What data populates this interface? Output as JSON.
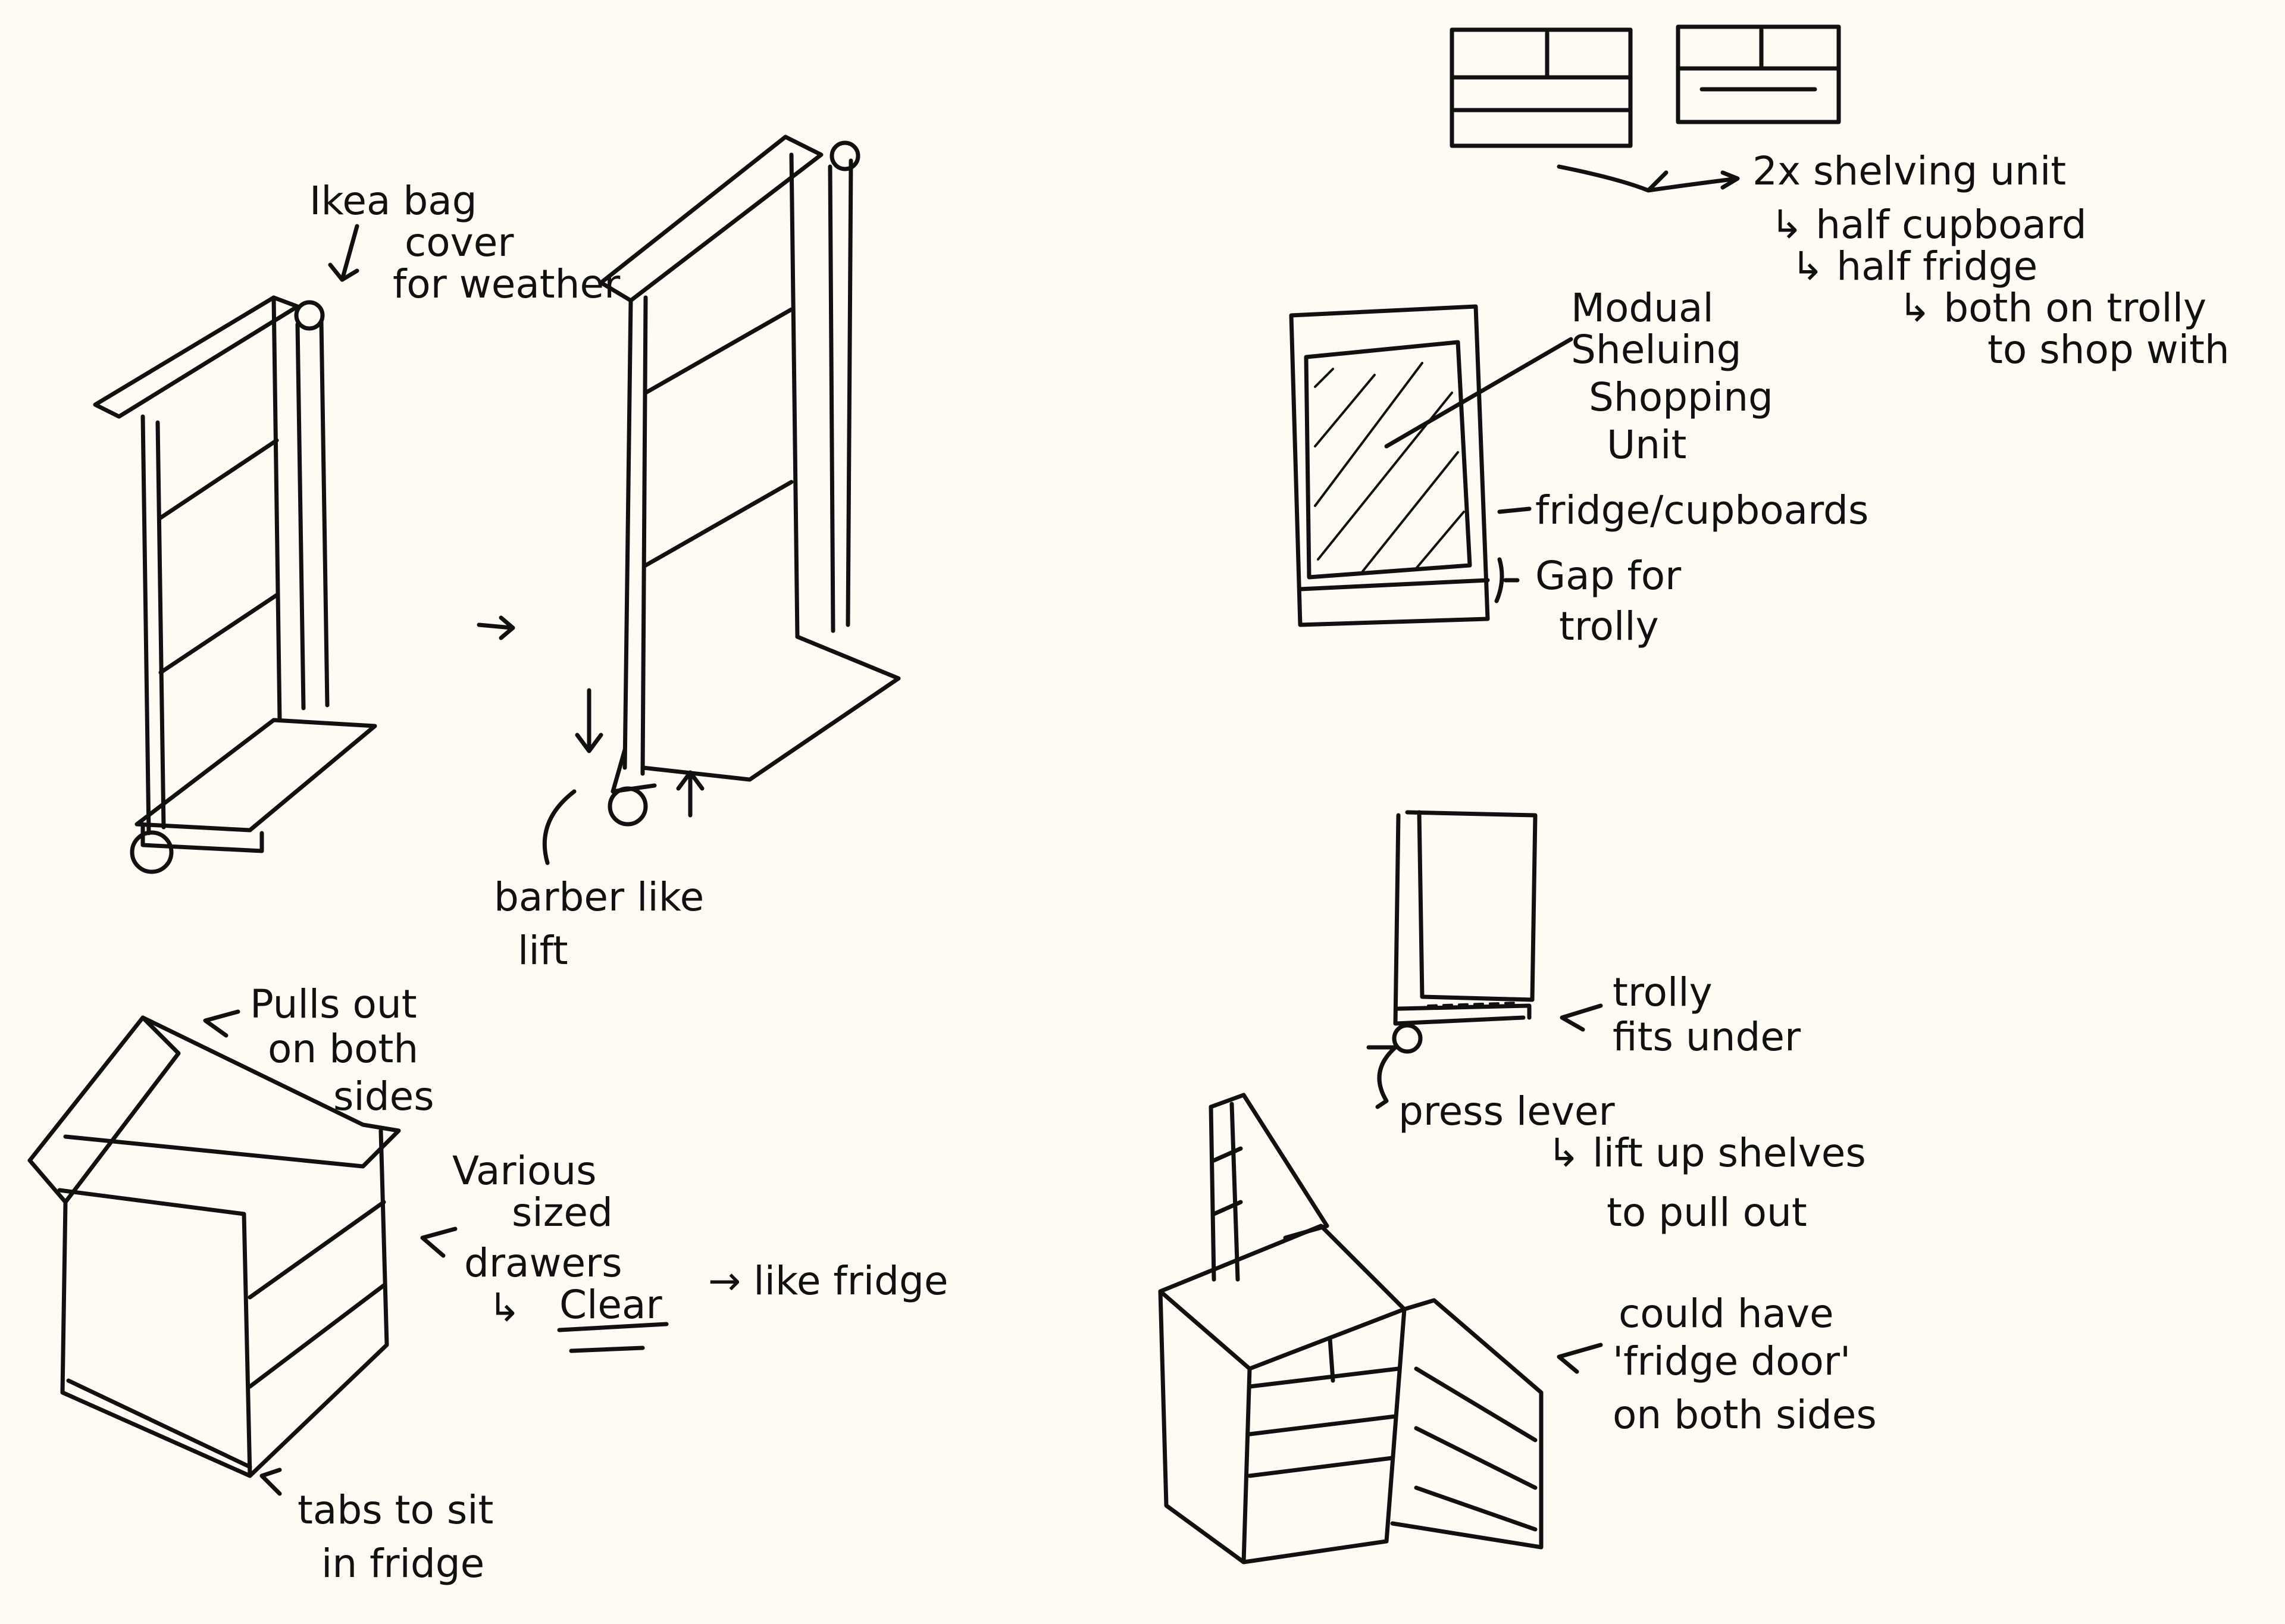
{
  "sketch_1": {
    "weather_cover_note": [
      "Ikea bag",
      "cover",
      "for weather"
    ],
    "lift_note": [
      "barber like",
      "lift"
    ]
  },
  "sketch_2": {
    "shelving_note": [
      "2x shelving unit",
      "↳ half cupboard",
      "↳ half fridge",
      "↳ both on trolly",
      "to shop with"
    ]
  },
  "sketch_3": {
    "unit_label": [
      "Modual",
      "Sheluing",
      "Shopping",
      "Unit"
    ],
    "side_label": "fridge/cupboards",
    "gap_label": [
      "Gap for",
      "trolly"
    ]
  },
  "sketch_4": {
    "pull_note": [
      "Pulls out",
      "on both",
      "sides"
    ],
    "drawers_note": [
      "Various",
      "sized",
      "drawers",
      "↳",
      "Clear"
    ],
    "fridge_note": "→ like fridge",
    "tabs_note": [
      "tabs to sit",
      "in fridge"
    ]
  },
  "sketch_5": {
    "trolly_note": [
      "trolly",
      "fits under"
    ],
    "lever_note": [
      "press lever",
      "↳ lift up shelves",
      "to pull out"
    ]
  },
  "sketch_6": {
    "door_note": [
      "could have",
      "'fridge door'",
      "on both sides"
    ]
  },
  "colors": {
    "paper": "#fdfbf3",
    "ink": "#111111"
  }
}
